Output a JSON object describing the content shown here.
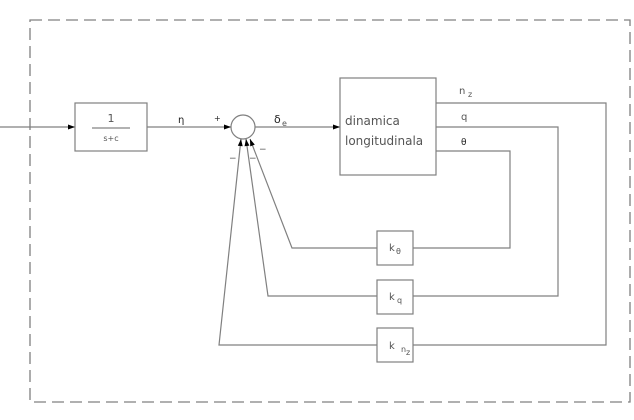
{
  "diagram": {
    "title": "Longitudinal dynamics control loop",
    "prefilter": {
      "numerator": "1",
      "denominator": "s+c"
    },
    "signals": {
      "prefilter_output": "η",
      "control_input": "δ",
      "control_input_sub": "e",
      "output_nz": "n",
      "output_nz_sub": "z",
      "output_q": "q",
      "output_theta": "θ"
    },
    "summing_junction": {
      "plus_sign": "+",
      "minus_signs": [
        "−",
        "−",
        "−"
      ]
    },
    "plant": {
      "line1": "dinamica",
      "line2": "longitudinala"
    },
    "gains": [
      {
        "label": "k",
        "sub": "θ"
      },
      {
        "label": "k",
        "sub": "q"
      },
      {
        "label": "k",
        "sub": "n",
        "sub2": "z"
      }
    ]
  }
}
